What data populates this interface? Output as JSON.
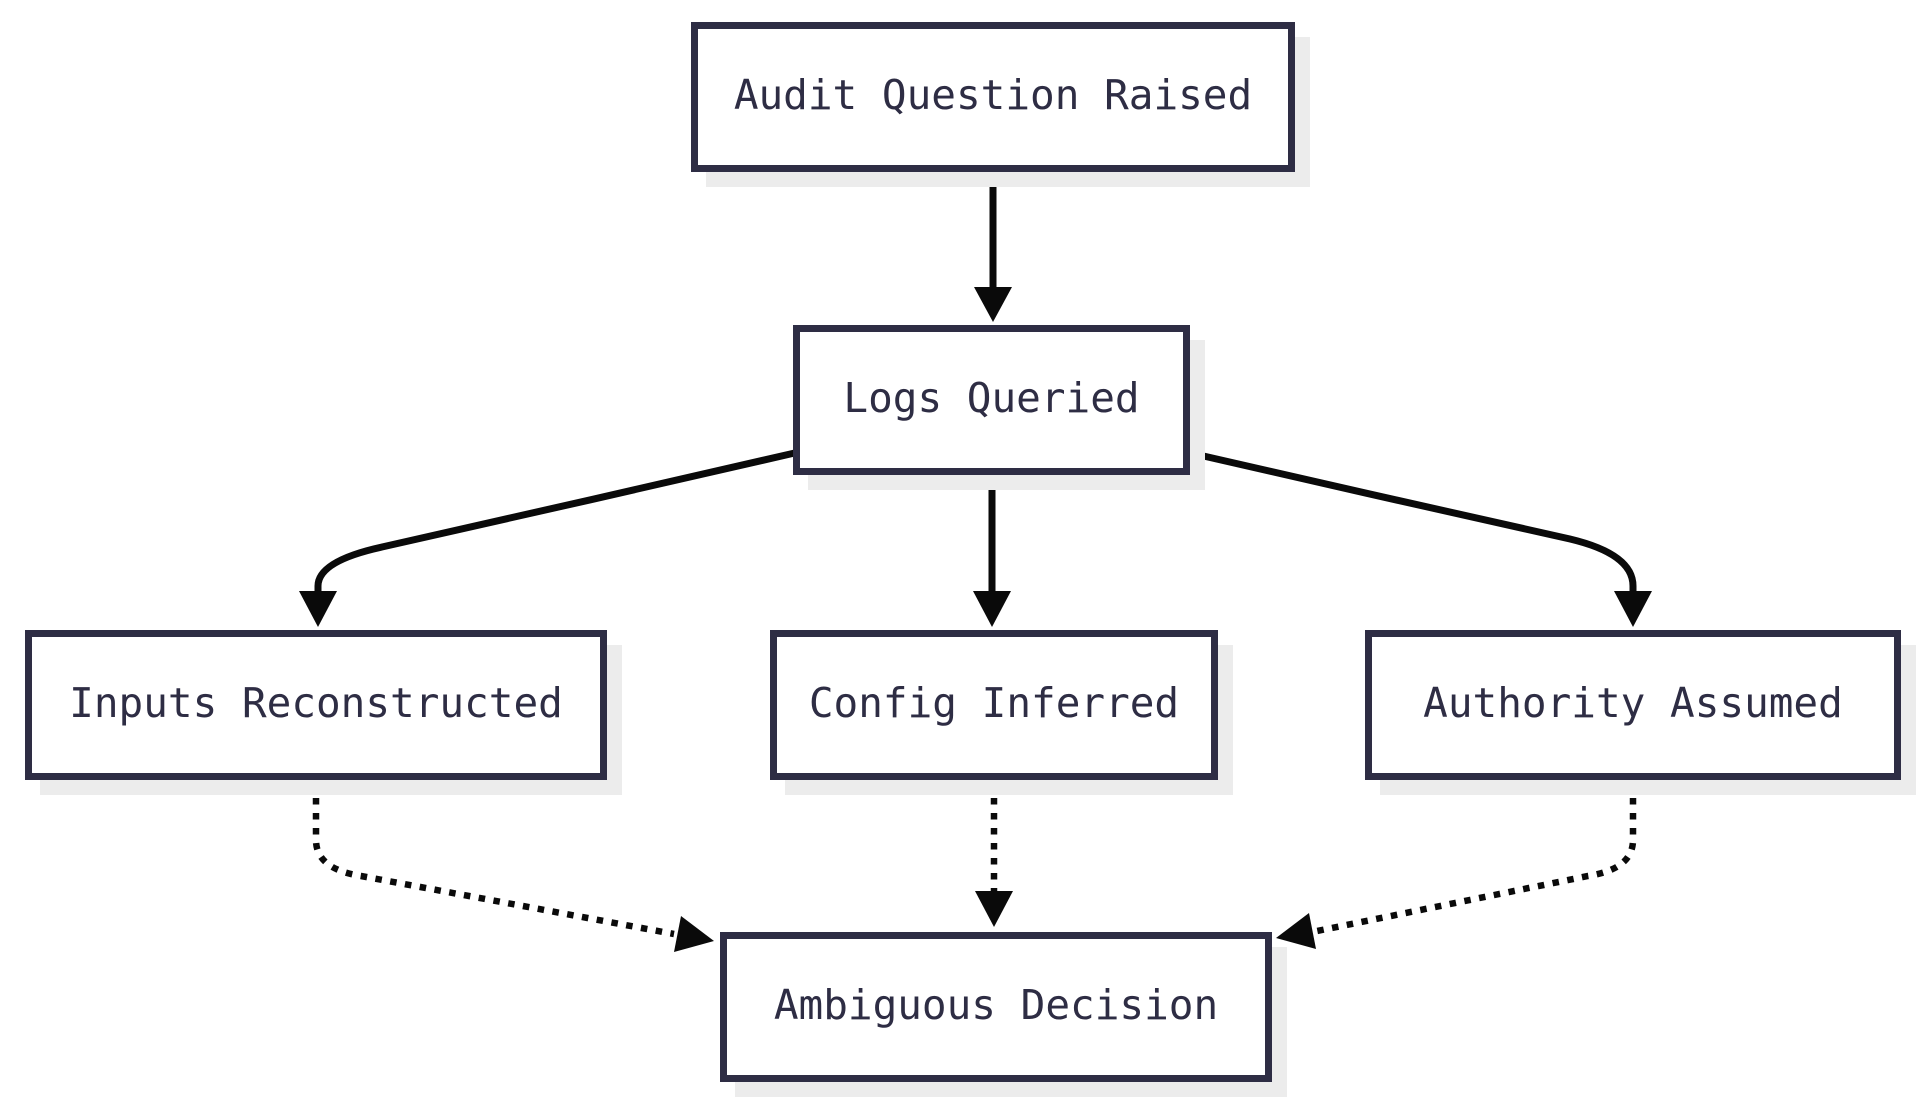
{
  "diagram": {
    "type": "flowchart",
    "nodes": [
      {
        "id": "audit-question-raised",
        "label": "Audit Question Raised"
      },
      {
        "id": "logs-queried",
        "label": "Logs Queried"
      },
      {
        "id": "inputs-reconstructed",
        "label": "Inputs Reconstructed"
      },
      {
        "id": "config-inferred",
        "label": "Config Inferred"
      },
      {
        "id": "authority-assumed",
        "label": "Authority Assumed"
      },
      {
        "id": "ambiguous-decision",
        "label": "Ambiguous Decision"
      }
    ],
    "edges": [
      {
        "from": "audit-question-raised",
        "to": "logs-queried",
        "style": "solid"
      },
      {
        "from": "logs-queried",
        "to": "inputs-reconstructed",
        "style": "solid"
      },
      {
        "from": "logs-queried",
        "to": "config-inferred",
        "style": "solid"
      },
      {
        "from": "logs-queried",
        "to": "authority-assumed",
        "style": "solid"
      },
      {
        "from": "inputs-reconstructed",
        "to": "ambiguous-decision",
        "style": "dotted"
      },
      {
        "from": "config-inferred",
        "to": "ambiguous-decision",
        "style": "dotted"
      },
      {
        "from": "authority-assumed",
        "to": "ambiguous-decision",
        "style": "dotted"
      }
    ],
    "colors": {
      "background": "#ffffff",
      "node_fill": "#ffffff",
      "node_border": "#2e2d44",
      "node_text": "#2e2d44",
      "arrow": "#0a0a0a",
      "shadow": "#ececec"
    }
  }
}
